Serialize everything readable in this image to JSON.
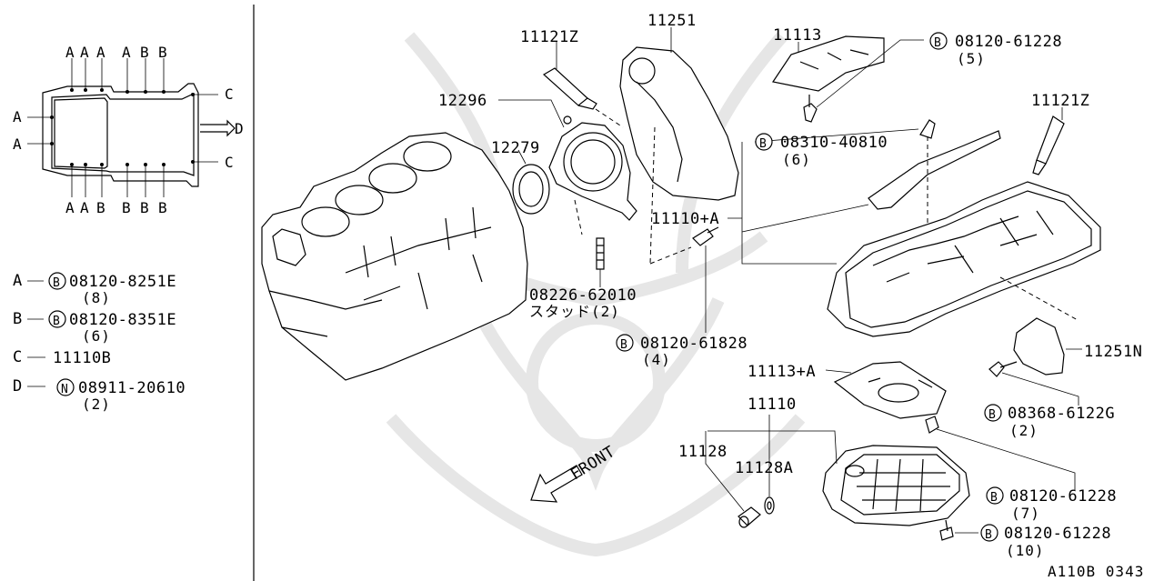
{
  "legend": {
    "gasket_edge_letters": {
      "top": [
        "A",
        "A",
        "A",
        "A",
        "B",
        "B"
      ],
      "bottom": [
        "A",
        "A",
        "B",
        "B",
        "B",
        "B"
      ],
      "left": [
        "A",
        "A"
      ],
      "right": [
        "C",
        "D",
        "C"
      ]
    },
    "items": [
      {
        "key": "A",
        "badge": "B",
        "code": "08120-8251E",
        "qty": "(8)"
      },
      {
        "key": "B",
        "badge": "B",
        "code": "08120-8351E",
        "qty": "(6)"
      },
      {
        "key": "C",
        "badge": "",
        "code": "11110B",
        "qty": ""
      },
      {
        "key": "D",
        "badge": "N",
        "code": "08911-20610",
        "qty": "(2)"
      }
    ]
  },
  "parts": {
    "p11121Z_a": "11121Z",
    "p11251": "11251",
    "p11113": "11113",
    "p08120_61228_5": {
      "badge": "B",
      "code": "08120-61228",
      "qty": "(5)"
    },
    "p12296": "12296",
    "p12279": "12279",
    "p11121Z_b": "11121Z",
    "p08310_40810": {
      "badge": "B",
      "code": "08310-40810",
      "qty": "(6)"
    },
    "p11110A": "11110+A",
    "p08226_62010": {
      "code": "08226-62010",
      "note": "スタッド(2)"
    },
    "p08120_61828": {
      "badge": "B",
      "code": "08120-61828",
      "qty": "(4)"
    },
    "p11251N": "11251N",
    "p11113A": "11113+A",
    "p08368_6122G": {
      "badge": "B",
      "code": "08368-6122G",
      "qty": "(2)"
    },
    "p11110": "11110",
    "p11128": "11128",
    "p11128A": "11128A",
    "p08120_61228_7": {
      "badge": "B",
      "code": "08120-61228",
      "qty": "(7)"
    },
    "p08120_61228_10": {
      "badge": "B",
      "code": "08120-61228",
      "qty": "(10)"
    }
  },
  "front_label": "FRONT",
  "figure_id": "A110B 0343",
  "colors": {
    "line": "#000000",
    "watermark": "#e6e6e6",
    "background": "#ffffff"
  }
}
